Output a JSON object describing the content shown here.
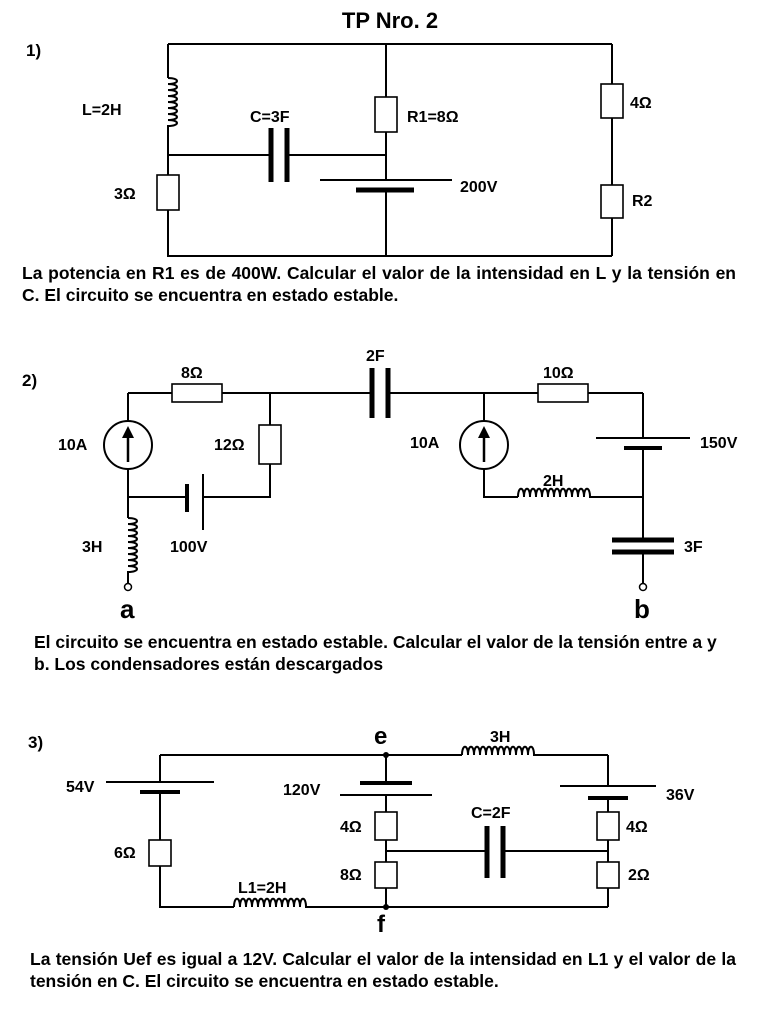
{
  "title": "TP Nro. 2",
  "problems": [
    {
      "number": "1)",
      "labels": {
        "L": "L=2H",
        "C": "C=3F",
        "R1": "R1=8Ω",
        "R4": "4Ω",
        "R3": "3Ω",
        "V": "200V",
        "R2": "R2"
      },
      "statement": "La potencia en R1 es de 400W. Calcular el valor de la intensidad en L y la tensión en C. El circuito se encuentra en estado estable."
    },
    {
      "number": "2)",
      "labels": {
        "R8": "8Ω",
        "C2F": "2F",
        "R10": "10Ω",
        "I1": "10A",
        "R12": "12Ω",
        "I2": "10A",
        "V150": "150V",
        "L2H": "2H",
        "L3H": "3H",
        "V100": "100V",
        "C3F": "3F",
        "a": "a",
        "b": "b"
      },
      "statement": "El circuito se encuentra en estado estable. Calcular el valor de la tensión entre a y b. Los condensadores están descargados"
    },
    {
      "number": "3)",
      "labels": {
        "e": "e",
        "L3H": "3H",
        "V54": "54V",
        "V120": "120V",
        "V36": "36V",
        "R4a": "4Ω",
        "C": "C=2F",
        "R4b": "4Ω",
        "R6": "6Ω",
        "R8": "8Ω",
        "R2": "2Ω",
        "L1": "L1=2H",
        "f": "f"
      },
      "statement": "La tensión Uef es igual a 12V. Calcular el valor de la intensidad en L1 y el valor de la tensión en C. El circuito se encuentra en estado estable."
    }
  ]
}
